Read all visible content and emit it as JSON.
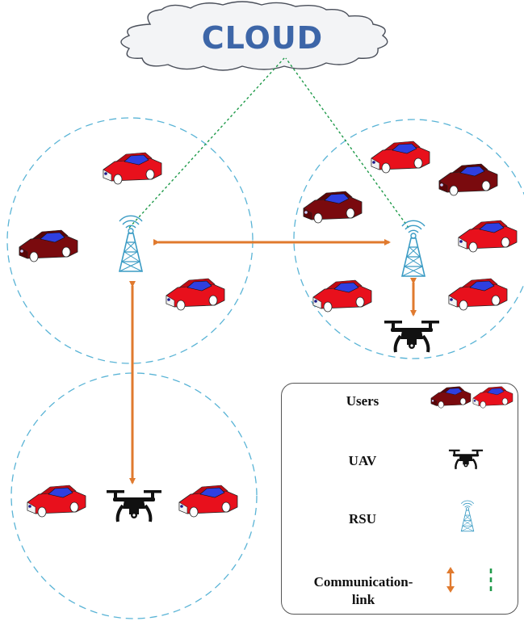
{
  "cloud": {
    "label": "CLOUD"
  },
  "legend": {
    "users_label": "Users",
    "uav_label": "UAV",
    "rsu_label": "RSU",
    "link_label_line1": "Communication-",
    "link_label_line2": "link"
  },
  "colors": {
    "cloud_text": "#3d66a8",
    "car_red": "#e8101c",
    "car_maroon": "#7a0a0e",
    "car_window": "#2f3fe0",
    "rsu_tower": "#3a9bc4",
    "link_orange": "#e07a2e",
    "link_green": "#1f9a4a",
    "cell_boundary": "#5ab4d6"
  }
}
